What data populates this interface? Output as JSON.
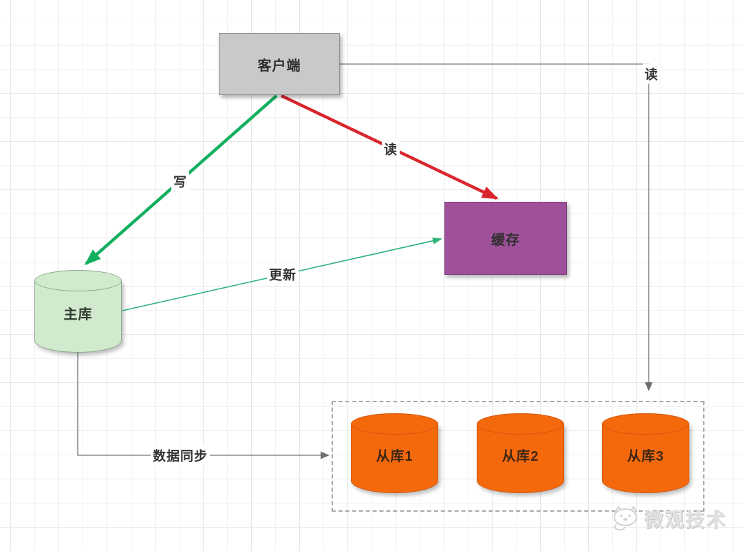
{
  "diagram": {
    "title_hint": "read-write splitting with cache architecture",
    "nodes": {
      "client": {
        "label": "客户端",
        "fill": "#c9c9c9",
        "border": "#8f8f8f"
      },
      "cache": {
        "label": "缓存",
        "fill": "#9e519a",
        "border": "#7d3c79"
      },
      "master": {
        "label": "主库",
        "fill": "#d1e9cd",
        "border": "#8aa88b"
      },
      "slaves": [
        {
          "label": "从库1"
        },
        {
          "label": "从库2"
        },
        {
          "label": "从库3"
        }
      ],
      "slave_style": {
        "fill": "#f5690d",
        "border": "#d1560d"
      }
    },
    "edges": {
      "write": {
        "label": "写",
        "color": "#12b05e",
        "from": "客户端",
        "to": "主库"
      },
      "read_cache": {
        "label": "读",
        "color": "#d9262c",
        "from": "客户端",
        "to": "缓存"
      },
      "update": {
        "label": "更新",
        "color": "#2fb37a",
        "from": "主库",
        "to": "缓存"
      },
      "read_slaves": {
        "label": "读",
        "color": "#8c8c8c",
        "from": "客户端",
        "to": "从库组"
      },
      "sync": {
        "label": "数据同步",
        "color": "#8c8c8c",
        "from": "主库",
        "to": "从库组"
      }
    },
    "watermark": {
      "text": "微观技术"
    }
  }
}
